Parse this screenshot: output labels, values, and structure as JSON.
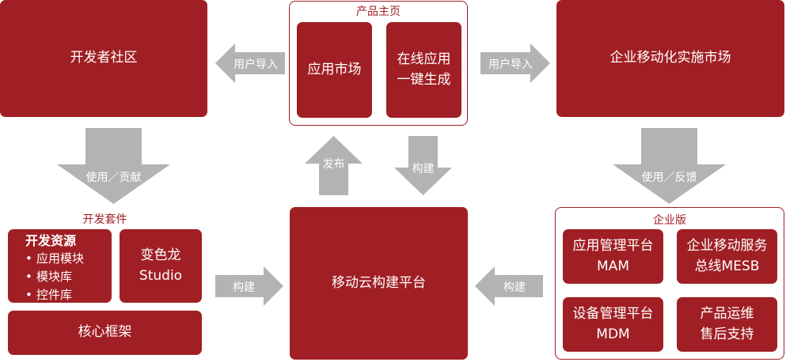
{
  "nodes": {
    "developer_community": "开发者社区",
    "product_home_title": "产品主页",
    "app_market": "应用市场",
    "online_app_generate": [
      "在线应用",
      "一键生成"
    ],
    "enterprise_market": "企业移动化实施市场",
    "dev_kit_title": "开发套件",
    "dev_resources": {
      "title": "开发资源",
      "items": [
        "应用模块",
        "模块库",
        "控件库"
      ]
    },
    "chameleon_studio": [
      "变色龙",
      "Studio"
    ],
    "core_framework": "核心框架",
    "mobile_cloud_platform": "移动云构建平台",
    "enterprise_edition_title": "企业版",
    "mam": [
      "应用管理平台",
      "MAM"
    ],
    "mesb": [
      "企业移动服务",
      "总线MESB"
    ],
    "mdm": [
      "设备管理平台",
      "MDM"
    ],
    "ops_support": [
      "产品运维",
      "售后支持"
    ]
  },
  "arrows": {
    "user_import_left": "用户导入",
    "user_import_right": "用户导入",
    "use_contribute": "使用／贡献",
    "use_feedback": "使用／反馈",
    "publish": "发布",
    "build_down": "构建",
    "build_left_kit": "构建",
    "build_right_enterprise": "构建"
  },
  "colors": {
    "primary_red": "#a01f24",
    "arrow_gray": "#b3b3b3"
  }
}
